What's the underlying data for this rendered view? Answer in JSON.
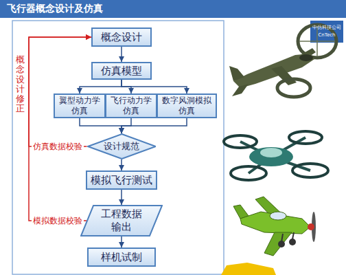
{
  "diagram": {
    "title": "飞行器概念设计及仿真",
    "nodes": [
      {
        "text": [
          "概念设计"
        ]
      },
      {
        "text": [
          "仿真模型"
        ]
      },
      {
        "text": [
          "翼型动力学 仿真"
        ]
      },
      {
        "text": [
          "飞行动力学 仿真"
        ]
      },
      {
        "text": [
          "数字风洞模拟 仿真"
        ]
      },
      {
        "text": [
          "设计规范"
        ]
      },
      {
        "text": [
          "模拟飞行测试"
        ]
      },
      {
        "text": [
          "工程数据 输出"
        ]
      },
      {
        "text": [
          "样机试制"
        ]
      }
    ],
    "edges": [
      {
        "from": 0,
        "to": 1,
        "arrow": "to"
      },
      {
        "from": 1,
        "to": 2,
        "arrow": "to"
      },
      {
        "from": 1,
        "to": 3,
        "arrow": "to"
      },
      {
        "from": 1,
        "to": 4,
        "arrow": "to"
      },
      {
        "from": 2,
        "to": 5,
        "arrow": "to"
      },
      {
        "from": 3,
        "to": 5,
        "arrow": "to"
      },
      {
        "from": 4,
        "to": 5,
        "arrow": "to"
      },
      {
        "from": 5,
        "to": 6,
        "arrow": "to"
      },
      {
        "from": 6,
        "to": 7,
        "arrow": "to"
      },
      {
        "from": 7,
        "to": 8,
        "arrow": "to"
      },
      {
        "from": 5,
        "to": 0,
        "label": "仿真数据校验",
        "arrow": "to"
      },
      {
        "from": 7,
        "to": 0,
        "label": "模拟数据校验",
        "arrow": "to"
      }
    ],
    "labels": [
      "中仿科技公司",
      "CnTech",
      "概念设计修正"
    ]
  }
}
